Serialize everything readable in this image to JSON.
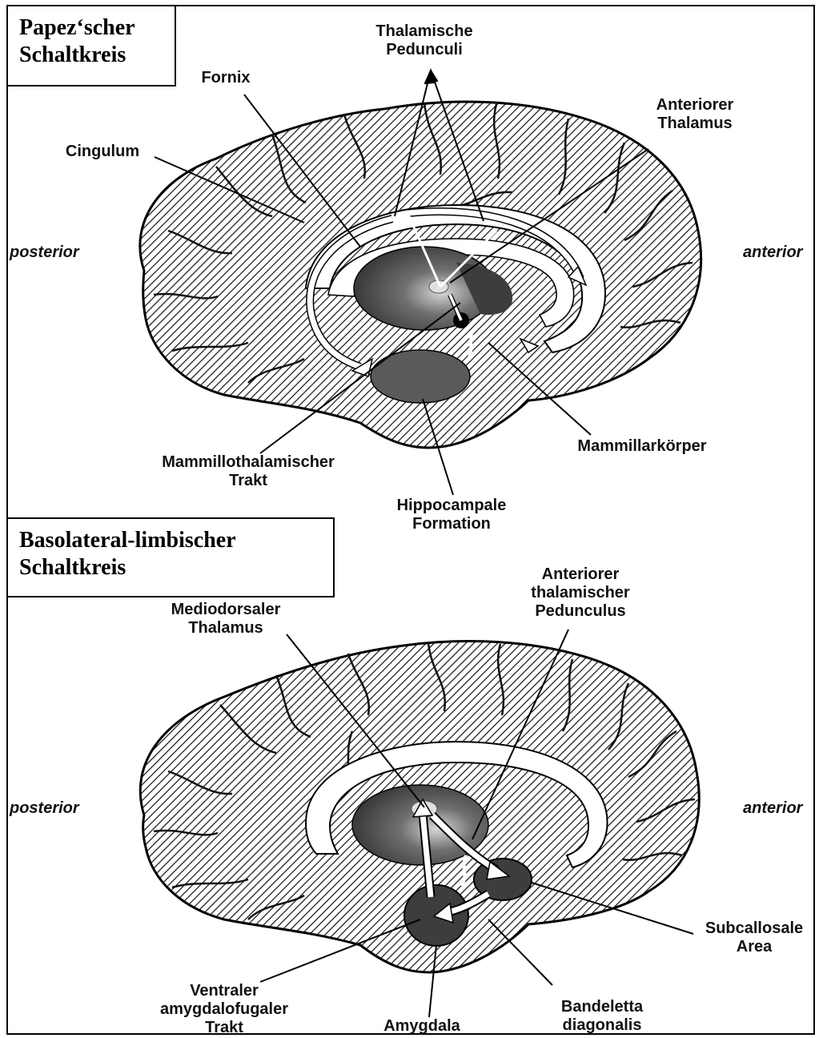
{
  "panel_top": {
    "title_lines": [
      "Papez‘scher",
      "Schaltkreis"
    ],
    "side_left": "posterior",
    "side_right": "anterior",
    "labels": {
      "thalamic_peduncles": [
        "Thalamische",
        "Pedunculi"
      ],
      "fornix": [
        "Fornix"
      ],
      "anterior_thalamus": [
        "Anteriorer",
        "Thalamus"
      ],
      "cingulum": [
        "Cingulum"
      ],
      "mammillothalamic_tract": [
        "Mammillothalamischer",
        "Trakt"
      ],
      "mammillary_body": [
        "Mammillarkörper"
      ],
      "hippocampal_formation": [
        "Hippocampale",
        "Formation"
      ]
    }
  },
  "panel_bottom": {
    "title_lines": [
      "Basolateral-limbischer",
      "Schaltkreis"
    ],
    "side_left": "posterior",
    "side_right": "anterior",
    "labels": {
      "anterior_thalamic_peduncle": [
        "Anteriorer",
        "thalamischer",
        "Pedunculus"
      ],
      "mediodorsal_thalamus": [
        "Mediodorsaler",
        "Thalamus"
      ],
      "subcallosal_area": [
        "Subcallosale",
        "Area"
      ],
      "ventral_amygdalofugal_tract": [
        "Ventraler",
        "amygdalofugaler",
        "Trakt"
      ],
      "amygdala": [
        "Amygdala"
      ],
      "diagonal_band": [
        "Bandeletta",
        "diagonalis"
      ]
    }
  },
  "colors": {
    "line": "#000000",
    "hatch": "#111111",
    "background": "#ffffff",
    "structure_dark": "#3d3d3d",
    "structure_mid": "#5a5a5a",
    "arrow_fill": "#ffffff"
  }
}
